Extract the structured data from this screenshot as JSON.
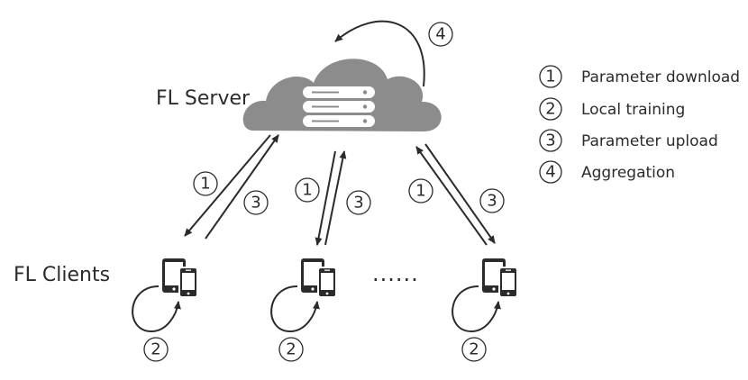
{
  "server": {
    "label": "FL Server"
  },
  "clients": {
    "label": "FL Clients",
    "ellipsis": "......"
  },
  "steps": {
    "s1": "1",
    "s2": "2",
    "s3": "3",
    "s4": "4"
  },
  "legend": {
    "items": [
      {
        "num": "1",
        "text": "Parameter download"
      },
      {
        "num": "2",
        "text": "Local training"
      },
      {
        "num": "3",
        "text": "Parameter upload"
      },
      {
        "num": "4",
        "text": "Aggregation"
      }
    ]
  },
  "colors": {
    "ink": "#2b2b2b",
    "cloud": "#8c8c8c",
    "device": "#2b2b2b"
  }
}
